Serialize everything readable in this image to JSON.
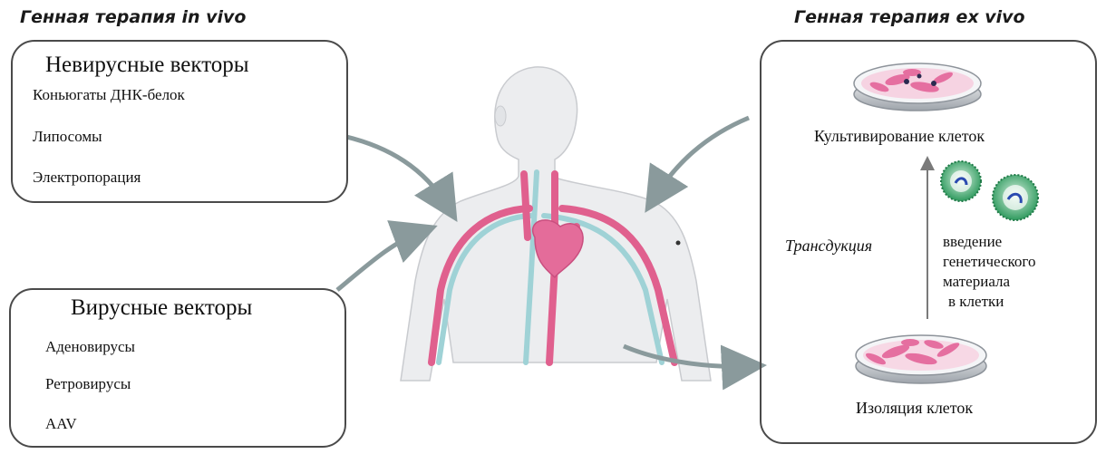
{
  "headers": {
    "left": "Генная терапия in vivo",
    "right": "Генная терапия ex vivo"
  },
  "nonviral": {
    "title": "Невирусные векторы",
    "items": [
      "Коньюгаты ДНК-белок",
      "Липосомы",
      "Электропорация"
    ]
  },
  "viral": {
    "title": "Вирусные векторы",
    "items": [
      "Аденовирусы",
      "Ретровирусы",
      "AAV"
    ]
  },
  "exvivo": {
    "culture_label": "Культивирование клеток",
    "transduction_label": "Трансдукция",
    "intro_lines": [
      "введение",
      "генетического",
      "материала",
      "в клетки"
    ],
    "isolation_label": "Изоляция клеток"
  },
  "colors": {
    "border": "#4a4a4a",
    "arrow": "#8a9a9c",
    "artery": "#e0608e",
    "vein": "#9fd2d6",
    "heart": "#e46c9a",
    "capsid": "#2a55d6",
    "cells": "#e56fa0",
    "virion": "#2f9a5e"
  }
}
